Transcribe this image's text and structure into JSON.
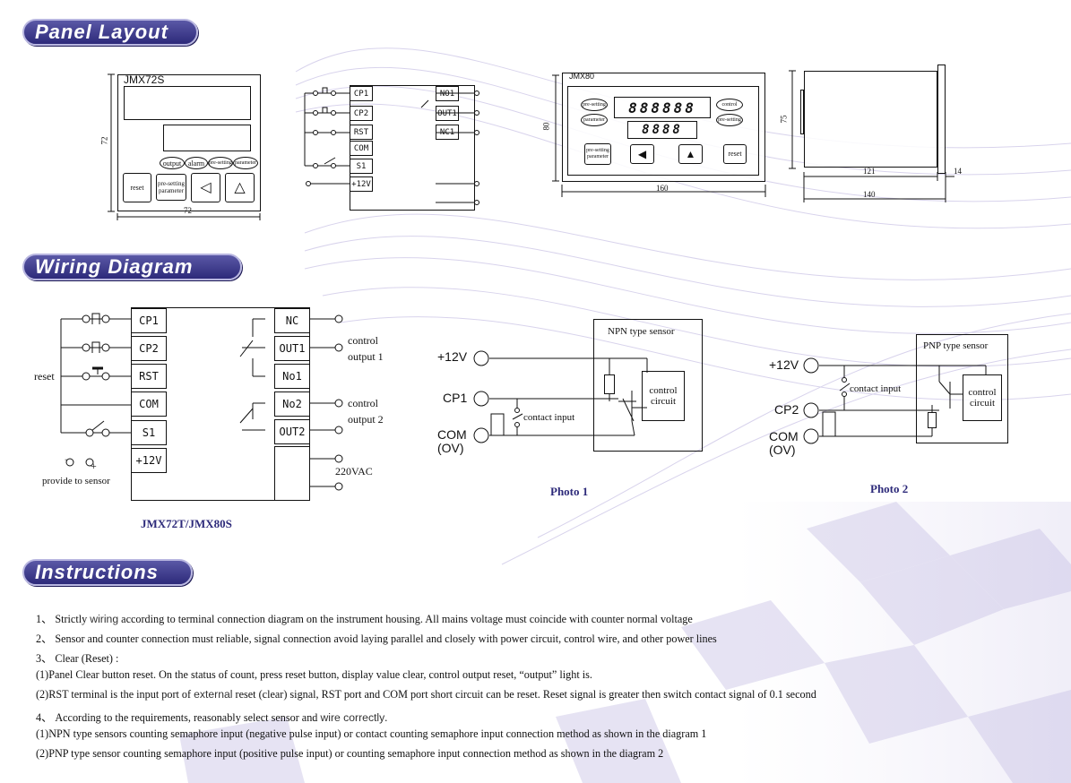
{
  "headings": {
    "panel_layout": "Panel Layout",
    "wiring_diagram": "Wiring Diagram",
    "instructions": "Instructions"
  },
  "jmx72s": {
    "model": "JMX72S",
    "dim_height": "72",
    "dim_width": "72",
    "indicators": [
      "output",
      "alarm",
      "pre-setting",
      "parameter"
    ],
    "reset": "reset",
    "presetting_parameter": [
      "pre-setting",
      "parameter"
    ]
  },
  "small_wiring": {
    "left_terminals": [
      "CP1",
      "CP2",
      "RST",
      "COM",
      "S1",
      "+12V"
    ],
    "right_terminals": [
      "NO1",
      "OUT1",
      "NC1"
    ]
  },
  "jmx80": {
    "model": "JMX80",
    "dim_height": "80",
    "dim_width": "160",
    "display_main": "888888",
    "display_sub": "8888",
    "left_labels": [
      "pre-setting",
      "parameter"
    ],
    "right_labels": [
      "control",
      "pre-setting"
    ],
    "presetting_parameter": [
      "pre-setting",
      "parameter"
    ],
    "reset": "reset"
  },
  "side_view": {
    "dim_height": "75",
    "dim_depth": "121",
    "dim_flange": "14",
    "dim_total": "140"
  },
  "main_wiring": {
    "left_terminals": [
      "CP1",
      "CP2",
      "RST",
      "COM",
      "S1",
      "+12V"
    ],
    "right_terminals": [
      "NC",
      "OUT1",
      "No1",
      "No2",
      "OUT2"
    ],
    "reset_label": "reset",
    "minus": "−",
    "plus": "+",
    "provide_label": "provide to sensor",
    "control_output_1": [
      "control",
      "output 1"
    ],
    "control_output_2": [
      "control",
      "output 2"
    ],
    "power_label": "220VAC",
    "model_caption": "JMX72T/JMX80S"
  },
  "photo1": {
    "title": "NPN type sensor",
    "v12": "+12V",
    "cp1": "CP1",
    "com": "COM",
    "ov": "(OV)",
    "contact": "contact input",
    "control_circuit": [
      "control",
      "circuit"
    ],
    "caption": "Photo 1"
  },
  "photo2": {
    "title": "PNP type sensor",
    "v12": "+12V",
    "cp2": "CP2",
    "com": "COM",
    "ov": "(OV)",
    "contact": "contact input",
    "control_circuit": [
      "control",
      "circuit"
    ],
    "caption": "Photo 2"
  },
  "instructions": [
    {
      "a": "1、 Strictly ",
      "b": "wiring",
      "c": "  according to terminal connection diagram on the instrument housing. All mains voltage must coincide with counter normal voltage"
    },
    {
      "a": "2、 Sensor and counter connection must reliable, signal connection avoid laying parallel and closely with power circuit, control wire, and other power lines",
      "b": "",
      "c": ""
    },
    {
      "a": "3、 Clear (Reset) :",
      "b": "",
      "c": ""
    },
    {
      "a": "(1)Panel Clear button reset. On the status of count, press reset button, display value clear, control output reset, “output” light is.",
      "b": "",
      "c": ""
    },
    {
      "a": "(2)RST terminal is the input port of ",
      "b": "external",
      "c": " reset (clear) signal, RST port and COM port short circuit can be reset. Reset signal is greater then switch contact signal of 0.1 second"
    },
    {
      "a": "4、 According to the requirements, reasonably select sensor and ",
      "b": "wire correctly",
      "c": "."
    },
    {
      "a": "(1)NPN type sensors counting semaphore input (negative pulse input) or contact counting semaphore input connection method as shown in the diagram 1",
      "b": "",
      "c": ""
    },
    {
      "a": "(2)PNP type sensor counting semaphore input (positive pulse input) or counting semaphore input connection method as shown in the diagram 2",
      "b": "",
      "c": ""
    }
  ]
}
